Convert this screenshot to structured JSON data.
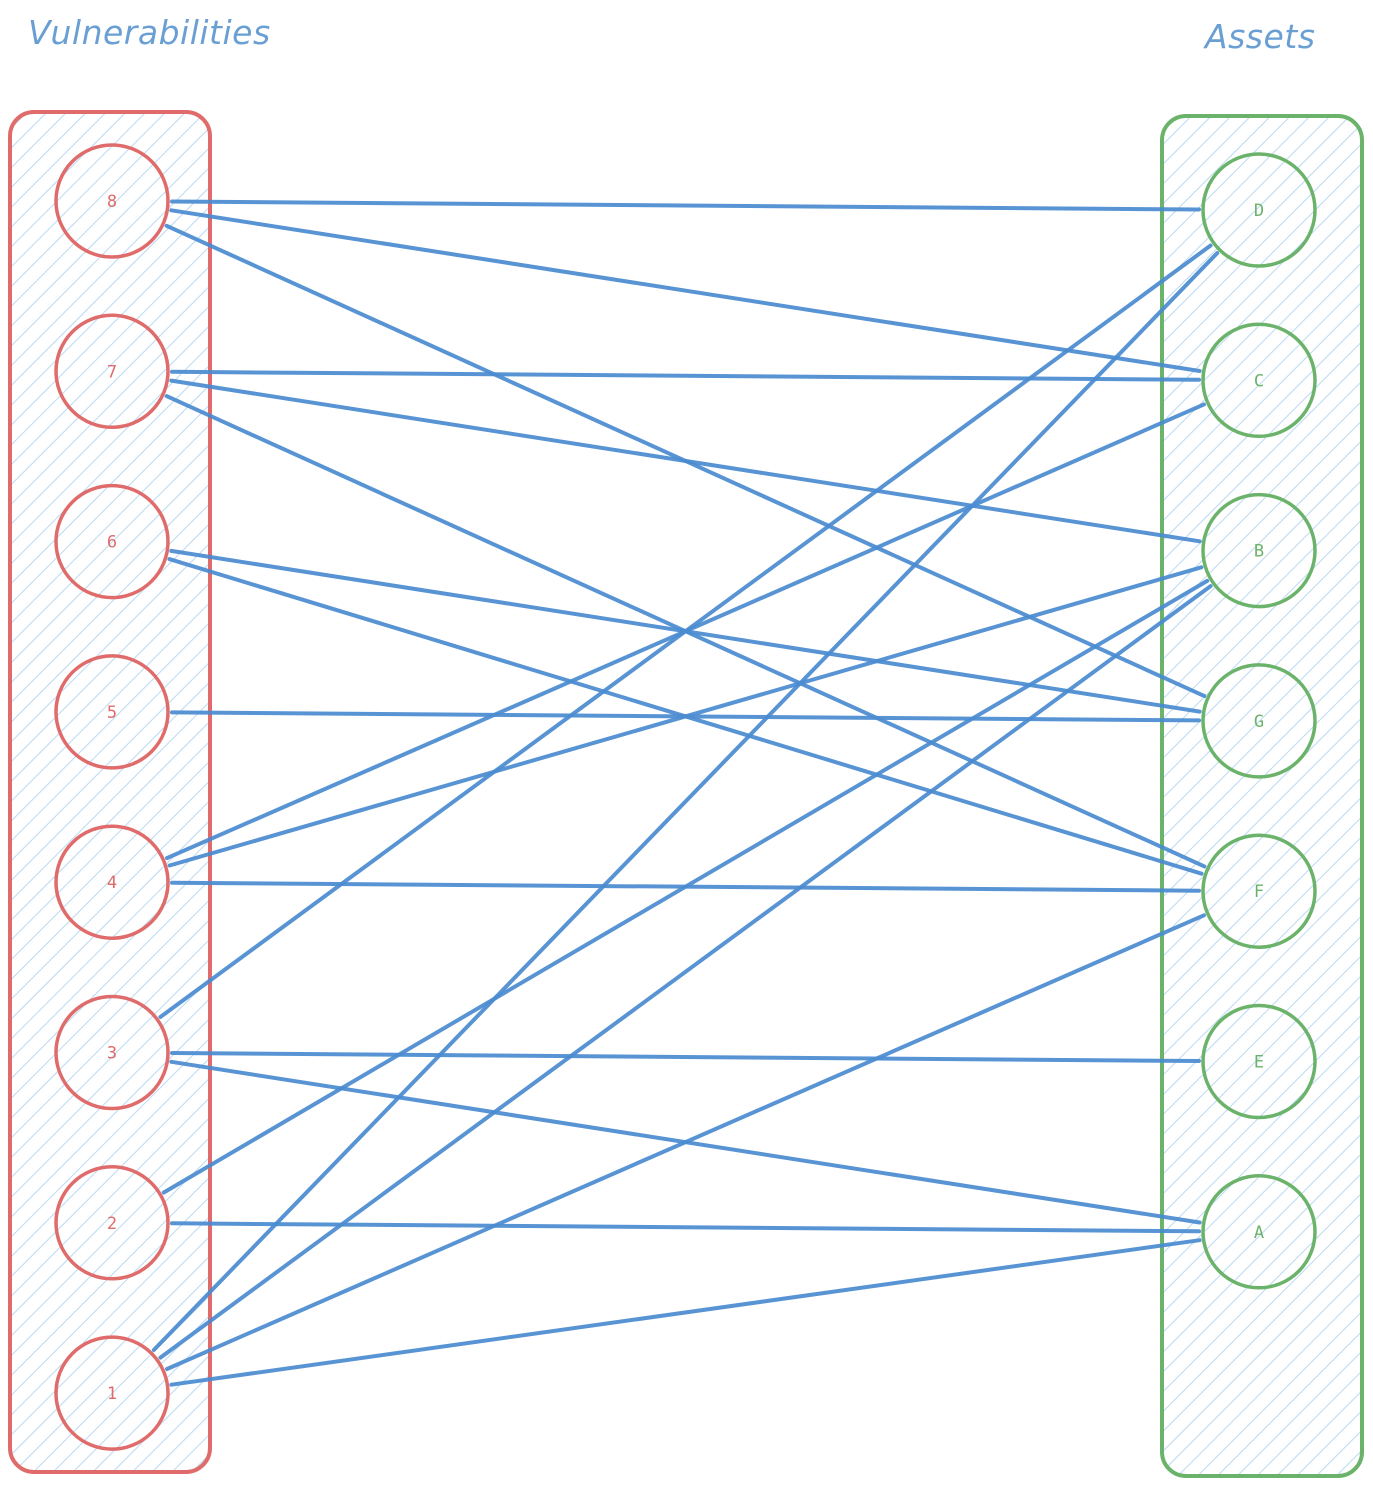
{
  "diagram": {
    "vulnerabilities_title": "Vulnerabilities",
    "assets_title": "Assets",
    "colors": {
      "vulnerability": "#e06b6b",
      "asset": "#6bb36b",
      "edge": "#4a8bd0",
      "title": "#6a9fd4",
      "hatch": "#b9d9f2"
    },
    "vulnerabilities": [
      {
        "id": "8",
        "label": "8"
      },
      {
        "id": "7",
        "label": "7"
      },
      {
        "id": "6",
        "label": "6"
      },
      {
        "id": "5",
        "label": "5"
      },
      {
        "id": "4",
        "label": "4"
      },
      {
        "id": "3",
        "label": "3"
      },
      {
        "id": "2",
        "label": "2"
      },
      {
        "id": "1",
        "label": "1"
      }
    ],
    "assets": [
      {
        "id": "D",
        "label": "D"
      },
      {
        "id": "C",
        "label": "C"
      },
      {
        "id": "B",
        "label": "B"
      },
      {
        "id": "G",
        "label": "G"
      },
      {
        "id": "F",
        "label": "F"
      },
      {
        "id": "E",
        "label": "E"
      },
      {
        "id": "A",
        "label": "A"
      }
    ],
    "edges": [
      {
        "from": "8",
        "to": "D"
      },
      {
        "from": "8",
        "to": "C"
      },
      {
        "from": "8",
        "to": "G"
      },
      {
        "from": "7",
        "to": "C"
      },
      {
        "from": "7",
        "to": "B"
      },
      {
        "from": "7",
        "to": "F"
      },
      {
        "from": "6",
        "to": "G"
      },
      {
        "from": "6",
        "to": "F"
      },
      {
        "from": "5",
        "to": "G"
      },
      {
        "from": "4",
        "to": "C"
      },
      {
        "from": "4",
        "to": "B"
      },
      {
        "from": "4",
        "to": "F"
      },
      {
        "from": "3",
        "to": "D"
      },
      {
        "from": "3",
        "to": "E"
      },
      {
        "from": "3",
        "to": "A"
      },
      {
        "from": "2",
        "to": "B"
      },
      {
        "from": "2",
        "to": "A"
      },
      {
        "from": "1",
        "to": "D"
      },
      {
        "from": "1",
        "to": "B"
      },
      {
        "from": "1",
        "to": "F"
      },
      {
        "from": "1",
        "to": "A"
      }
    ]
  }
}
